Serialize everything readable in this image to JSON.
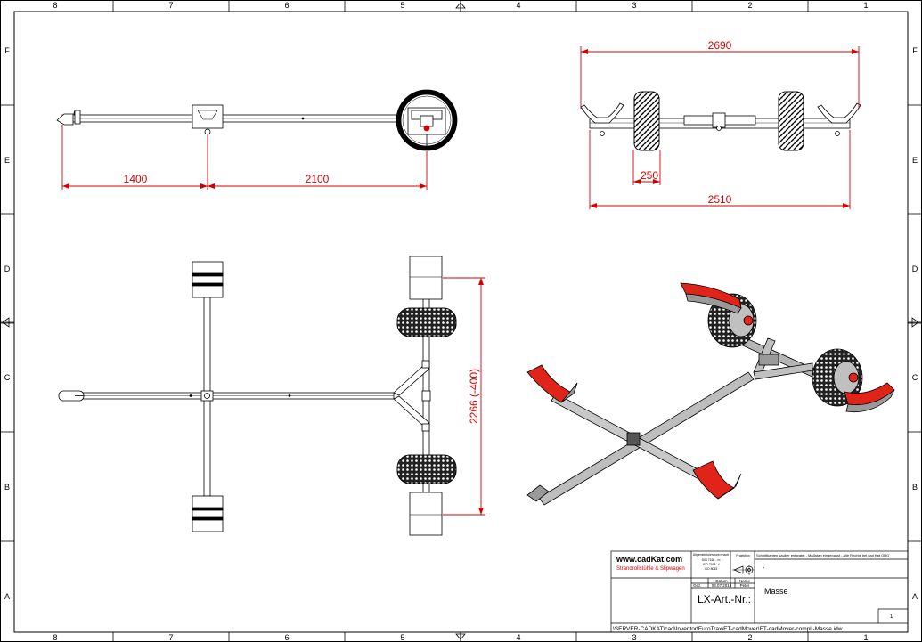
{
  "border": {
    "columns": [
      "8",
      "7",
      "6",
      "5",
      "4",
      "3",
      "2",
      "1"
    ],
    "rows": [
      "F",
      "E",
      "D",
      "C",
      "B",
      "A"
    ]
  },
  "dimensions": {
    "overall_width": "2690",
    "axle_track": "2510",
    "wheel_width": "250",
    "front_to_cross": "1400",
    "cross_to_axle": "2100",
    "chock_span": "2266 (-400)"
  },
  "title_block": {
    "logo": "www.cadKat.com",
    "slogan": "Strandrollstühle & Slipwagen",
    "tolerances_head": "Allgemeintoleranzen nach",
    "tolerances_lines": [
      "DIN 7168 - m",
      "ISO 2768 - f",
      "ISO 8015"
    ],
    "projection_label": "Projektion",
    "rights_note": "Schnittkanten sauber entgratet - Maßstab eingepasst - Alle Rechte bei cad Kat OHG",
    "material": "-",
    "date_label": "Datum",
    "name_label": "Name",
    "drawn_label": "Gez.",
    "date_value": "03.07.2019",
    "name_value": "Peter",
    "article_label": "LX-Art.-Nr.:",
    "title": "Masse",
    "sheet_no": "1",
    "file_path": "\\SERVER-CADKAT\\cad\\Inventor\\EuroTrax\\ET-cadMover\\ET-cadMover-compl.-Masse.idw"
  },
  "colors": {
    "line": "#000000",
    "dimension": "#d40000",
    "chock_red": "#e0241a"
  }
}
